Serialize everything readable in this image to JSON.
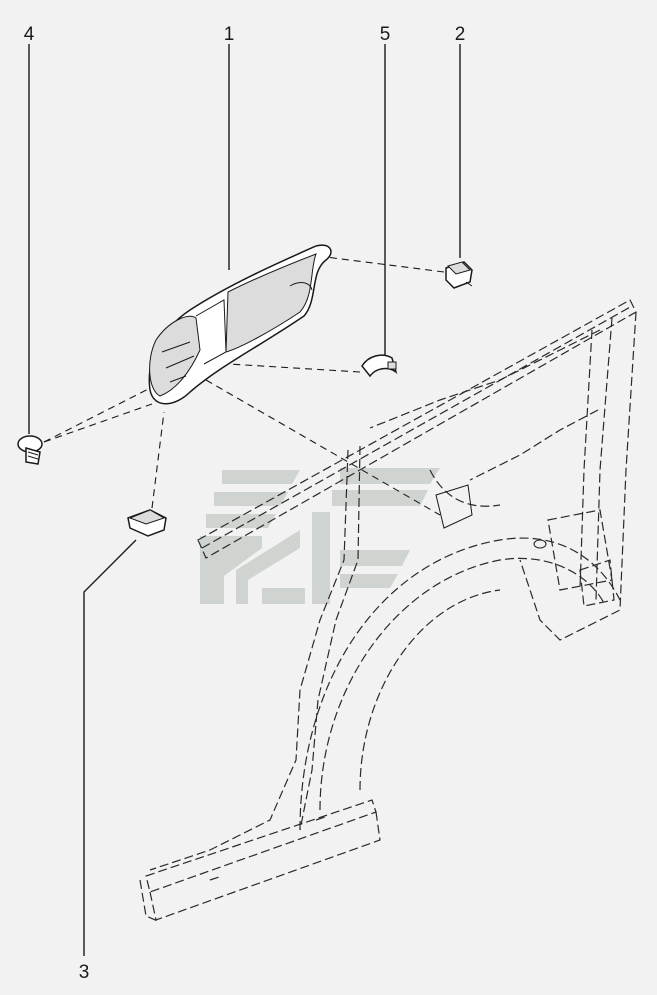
{
  "callouts": [
    {
      "id": "4",
      "label": "4"
    },
    {
      "id": "1",
      "label": "1"
    },
    {
      "id": "5",
      "label": "5"
    },
    {
      "id": "2",
      "label": "2"
    },
    {
      "id": "3",
      "label": "3"
    }
  ],
  "parts": [
    {
      "callout": "1",
      "icon": "fuel-filler-door-icon"
    },
    {
      "callout": "2",
      "icon": "bumper-stop-icon"
    },
    {
      "callout": "3",
      "icon": "latch-clip-icon"
    },
    {
      "callout": "4",
      "icon": "screw-icon"
    },
    {
      "callout": "5",
      "icon": "retaining-clip-icon"
    }
  ],
  "watermark": {
    "icon": "brand-watermark-icon",
    "color": "#c9cfcb"
  },
  "colors": {
    "line": "#1a1a1a",
    "background": "#f2f2f2"
  }
}
